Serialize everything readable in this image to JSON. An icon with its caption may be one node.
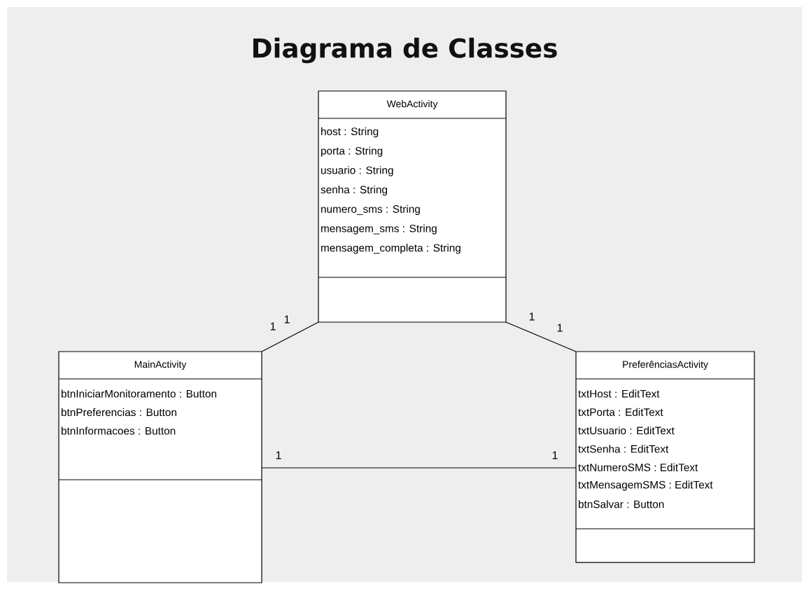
{
  "diagram": {
    "title": "Diagrama de Classes",
    "nodes": [
      {
        "text": [
          "WebActivity",
          "host : String",
          "porta : String",
          "usuario : String",
          "senha : String",
          "numero_sms : String",
          "mensagem_sms : String",
          "mensagem_completa : String"
        ]
      },
      {
        "text": [
          "MainActivity",
          "btnIniciarMonitoramento : Button",
          "btnPreferencias : Button",
          "btnInformacoes : Button"
        ]
      },
      {
        "text": [
          "PreferênciasActivity",
          "txtHost : EditText",
          "txtPorta : EditText",
          "txtUsuario : EditText",
          "txtSenha : EditText",
          "txtNumeroSMS : EditText",
          "txtMensagemSMS : EditText",
          "btnSalvar : Button"
        ]
      }
    ],
    "edges": [
      {
        "from": 1,
        "to": 0,
        "arrow": "none"
      },
      {
        "from": 0,
        "to": 2,
        "arrow": "none"
      },
      {
        "from": 1,
        "to": 2,
        "arrow": "none"
      }
    ],
    "labels": [
      "1",
      "1",
      "1",
      "1",
      "1",
      "1"
    ]
  }
}
